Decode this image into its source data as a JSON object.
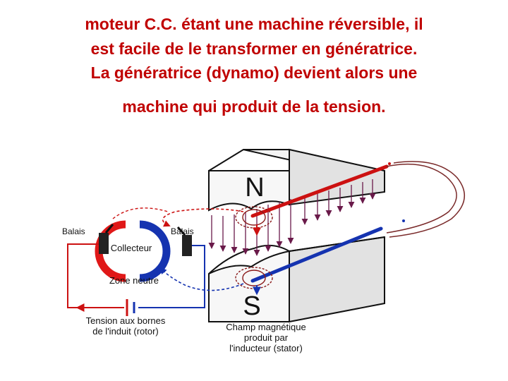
{
  "text": {
    "line1": "moteur C.C. étant une machine réversible, il",
    "line2": "est facile de le transformer en génératrice.",
    "line3": "La génératrice (dynamo)   devient alors une",
    "line4": "machine  qui produit de la tension."
  },
  "diagram": {
    "pole_north": "N",
    "pole_south": "S",
    "brush_left": "Balais",
    "brush_right": "Balais",
    "commutator": "Collecteur",
    "neutral_zone": "Zone neutre",
    "terminal_voltage": [
      "Tension aux bornes",
      "de l'induit (rotor)"
    ],
    "magnetic_field": [
      "Champ magnétique",
      "produit par",
      "l'inducteur (stator)"
    ],
    "colors": {
      "text_red": "#c00000",
      "conductor_red": "#cc1111",
      "conductor_blue": "#1533b0",
      "field_arrows": "#6a1a4a",
      "magnet_fill": "#ececec",
      "outline": "#111111"
    }
  }
}
